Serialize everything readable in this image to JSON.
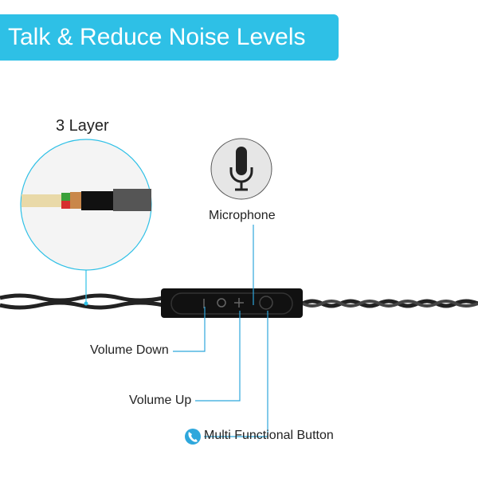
{
  "banner": {
    "title": "Talk & Reduce Noise Levels"
  },
  "labels": {
    "cable_layers": "3 Layer",
    "microphone": "Microphone",
    "volume_down": "Volume Down",
    "volume_up": "Volume Up",
    "multi_button": "Multi Functional Button"
  },
  "colors": {
    "accent": "#2ec0e6",
    "cable": "#1a1a1a",
    "remote": "#111111"
  }
}
